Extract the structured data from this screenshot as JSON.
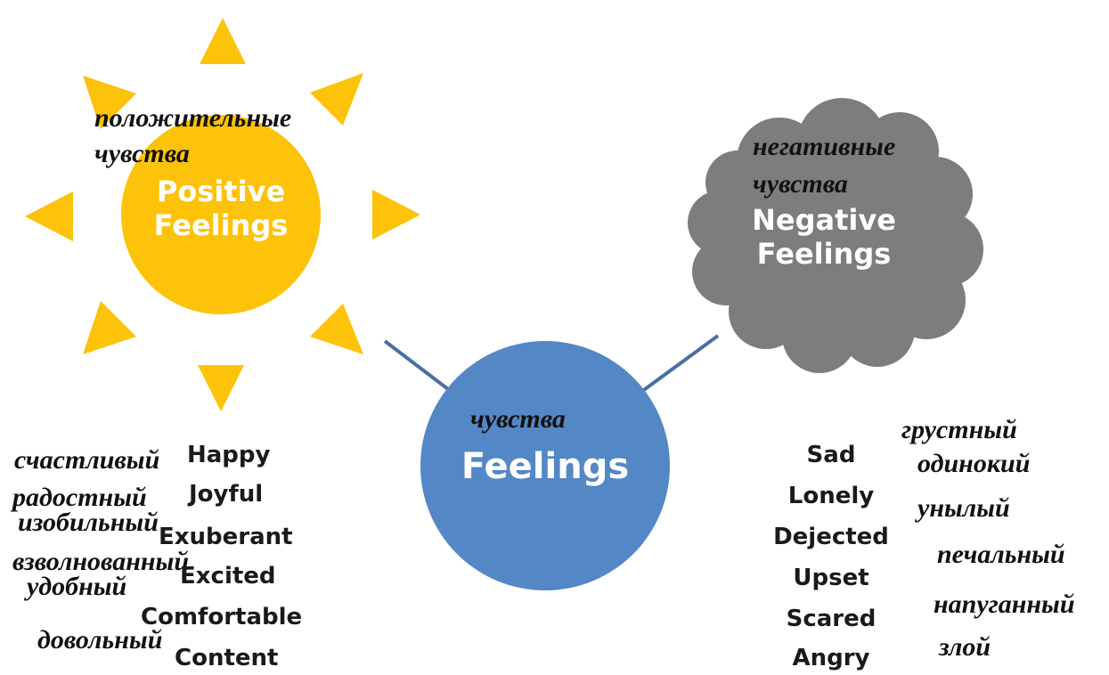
{
  "center": {
    "label_en": "Feelings",
    "label_ru": "чувства",
    "color": "#5387c6"
  },
  "positive": {
    "label_en_line1": "Positive",
    "label_en_line2": "Feelings",
    "label_ru_line1": "положительные",
    "label_ru_line2": "чувства",
    "color": "#fdc20a",
    "shape": "sun-icon"
  },
  "negative": {
    "label_en_line1": "Negative",
    "label_en_line2": "Feelings",
    "label_ru_line1": "негативные",
    "label_ru_line2": "чувства",
    "color": "#7d7d7d",
    "shape": "cloud-icon"
  },
  "connector_color": "#4a6fa5",
  "positive_words": [
    {
      "en": "Happy",
      "ru": "счастливый"
    },
    {
      "en": "Joyful",
      "ru": "радостный"
    },
    {
      "en": "Exuberant",
      "ru": "изобильный"
    },
    {
      "en": "Excited",
      "ru": "взволнованный"
    },
    {
      "en": "Comfortable",
      "ru": "удобный"
    },
    {
      "en": "Content",
      "ru": "довольный"
    }
  ],
  "negative_words": [
    {
      "en": "Sad",
      "ru": "грустный"
    },
    {
      "en": "Lonely",
      "ru": "одинокий"
    },
    {
      "en": "Dejected",
      "ru": "унылый"
    },
    {
      "en": "Upset",
      "ru": "печальный"
    },
    {
      "en": "Scared",
      "ru": "напуганный"
    },
    {
      "en": "Angry",
      "ru": "злой"
    }
  ]
}
